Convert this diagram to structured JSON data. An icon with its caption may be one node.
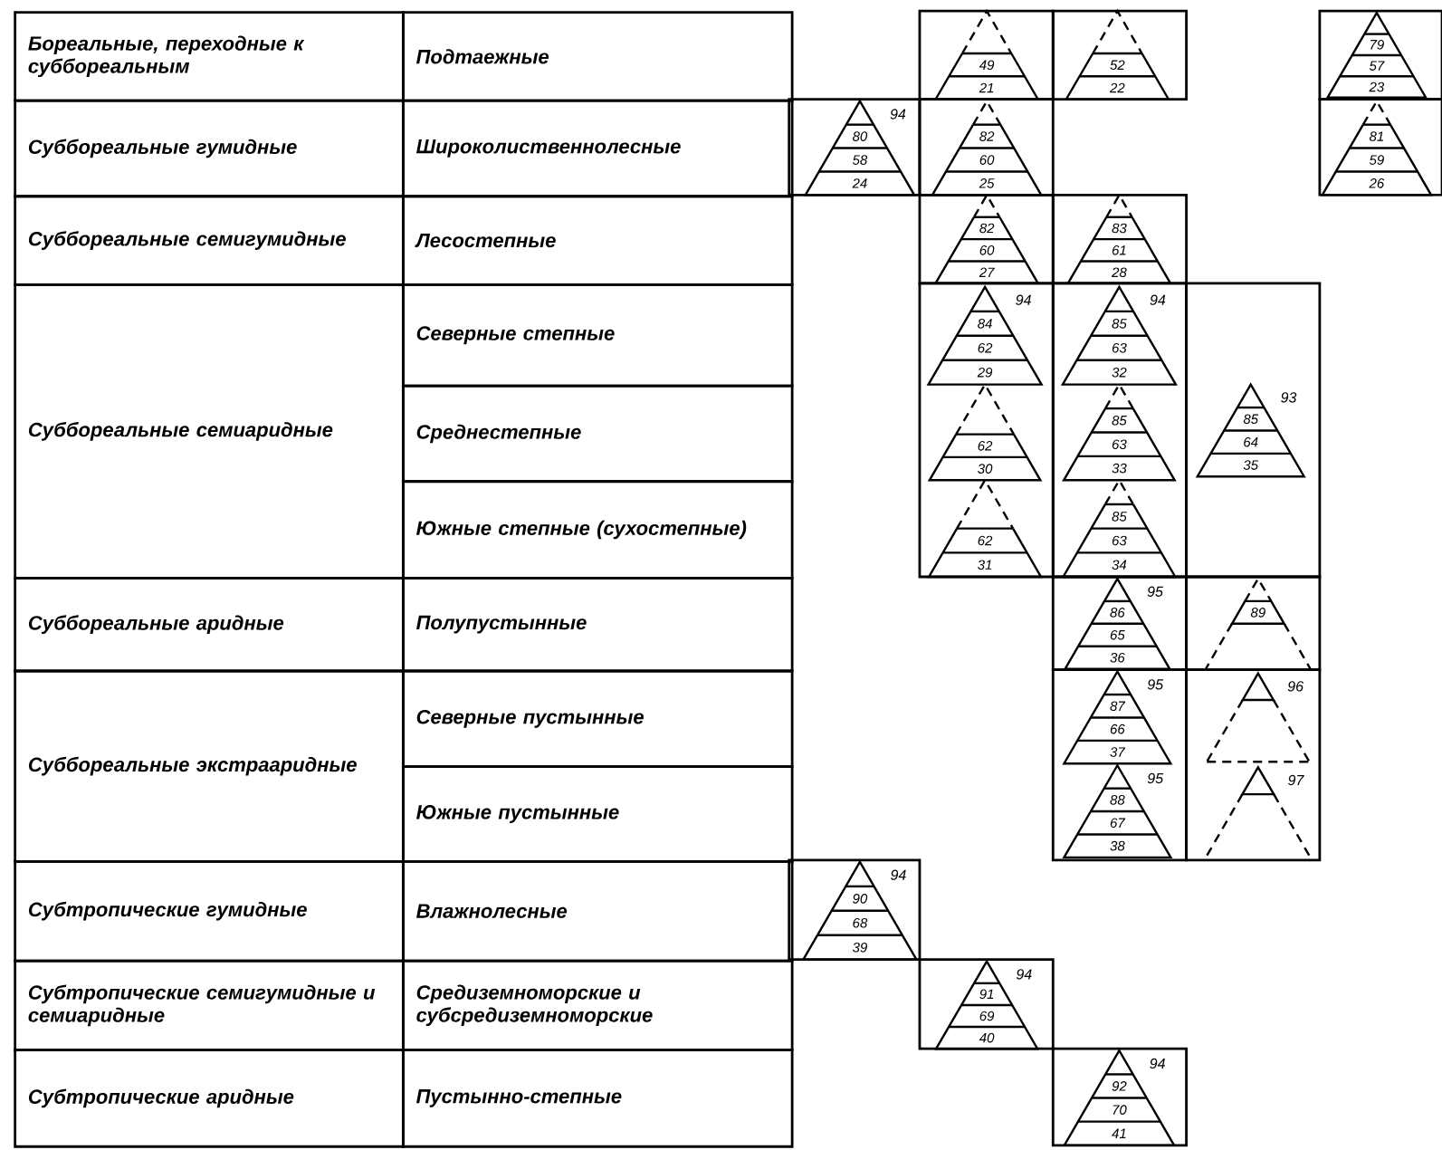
{
  "diagram": {
    "nodes": [
      {
        "text": [
          "Бореальные, переходные к суббореальным"
        ]
      },
      {
        "text": [
          "Подтаежные"
        ]
      },
      {
        "text": [
          "Суббореальные гумидные"
        ]
      },
      {
        "text": [
          "Широколиственнолесные"
        ]
      },
      {
        "text": [
          "Суббореальные семигумидные"
        ]
      },
      {
        "text": [
          "Лесостепные"
        ]
      },
      {
        "text": [
          "Суббореальные семиаридные"
        ]
      },
      {
        "text": [
          "Северные степные"
        ]
      },
      {
        "text": [
          "Среднестепные"
        ]
      },
      {
        "text": [
          "Южные степные (сухостепные)"
        ]
      },
      {
        "text": [
          "Суббореальные аридные"
        ]
      },
      {
        "text": [
          "Полупустынные"
        ]
      },
      {
        "text": [
          "Суббореальные экстрааридные"
        ]
      },
      {
        "text": [
          "Северные пустынные"
        ]
      },
      {
        "text": [
          "Южные пустынные"
        ]
      },
      {
        "text": [
          "Субтропические гумидные"
        ]
      },
      {
        "text": [
          "Влажнолесные"
        ]
      },
      {
        "text": [
          "Субтропические семигумидные и семиаридные"
        ]
      },
      {
        "text": [
          "Средиземноморские и субсредиземноморские"
        ]
      },
      {
        "text": [
          "Субтропические аридные"
        ]
      },
      {
        "text": [
          "Пустынно-степные"
        ]
      },
      {
        "text": [
          "49",
          "21"
        ]
      },
      {
        "text": [
          "52",
          "22"
        ]
      },
      {
        "text": [
          "79",
          "57",
          "23"
        ]
      },
      {
        "text": [
          "80",
          "58",
          "24"
        ],
        "beside": [
          "94"
        ]
      },
      {
        "text": [
          "82",
          "60",
          "25"
        ]
      },
      {
        "text": [
          "81",
          "59",
          "26"
        ]
      },
      {
        "text": [
          "82",
          "60",
          "27"
        ]
      },
      {
        "text": [
          "83",
          "61",
          "28"
        ]
      },
      {
        "text": [
          "84",
          "62",
          "29"
        ],
        "beside": [
          "94"
        ]
      },
      {
        "text": [
          "85",
          "63",
          "32"
        ],
        "beside": [
          "94"
        ]
      },
      {
        "text": [
          "62",
          "30"
        ]
      },
      {
        "text": [
          "85",
          "63",
          "33"
        ]
      },
      {
        "text": [
          "85",
          "64",
          "35"
        ],
        "beside": [
          "93"
        ]
      },
      {
        "text": [
          "62",
          "31"
        ]
      },
      {
        "text": [
          "85",
          "63",
          "34"
        ]
      },
      {
        "text": [
          "86",
          "65",
          "36"
        ],
        "beside": [
          "95"
        ]
      },
      {
        "text": [
          "89"
        ]
      },
      {
        "text": [
          "87",
          "66",
          "37"
        ],
        "beside": [
          "95"
        ]
      },
      {
        "text": [],
        "shape": "triangle",
        "beside": [
          "96"
        ]
      },
      {
        "text": [
          "88",
          "67",
          "38"
        ],
        "beside": [
          "95"
        ]
      },
      {
        "text": [],
        "shape": "triangle",
        "beside": [
          "97"
        ]
      },
      {
        "text": [
          "90",
          "68",
          "39"
        ],
        "beside": [
          "94"
        ]
      },
      {
        "text": [
          "91",
          "69",
          "40"
        ],
        "beside": [
          "94"
        ]
      },
      {
        "text": [
          "92",
          "70",
          "41"
        ],
        "beside": [
          "94"
        ]
      }
    ]
  }
}
